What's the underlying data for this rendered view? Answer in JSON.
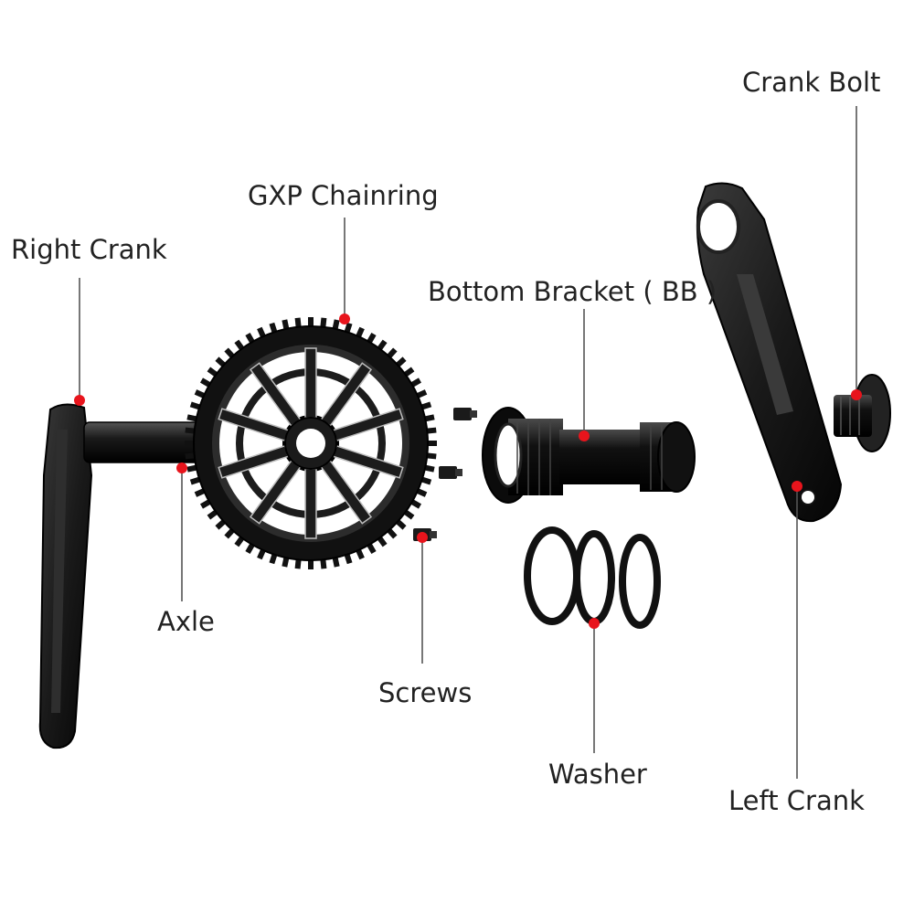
{
  "labels": {
    "crank_bolt": "Crank Bolt",
    "gxp_chainring": "GXP Chainring",
    "right_crank": "Right Crank",
    "bottom_bracket": "Bottom Bracket ( BB )",
    "axle": "Axle",
    "screws": "Screws",
    "washer": "Washer",
    "left_crank": "Left Crank"
  },
  "colors": {
    "marker": "#e8141c",
    "leader_line": "#555555",
    "part_dark": "#1a1a1a",
    "part_highlight": "#bdbdbd"
  }
}
